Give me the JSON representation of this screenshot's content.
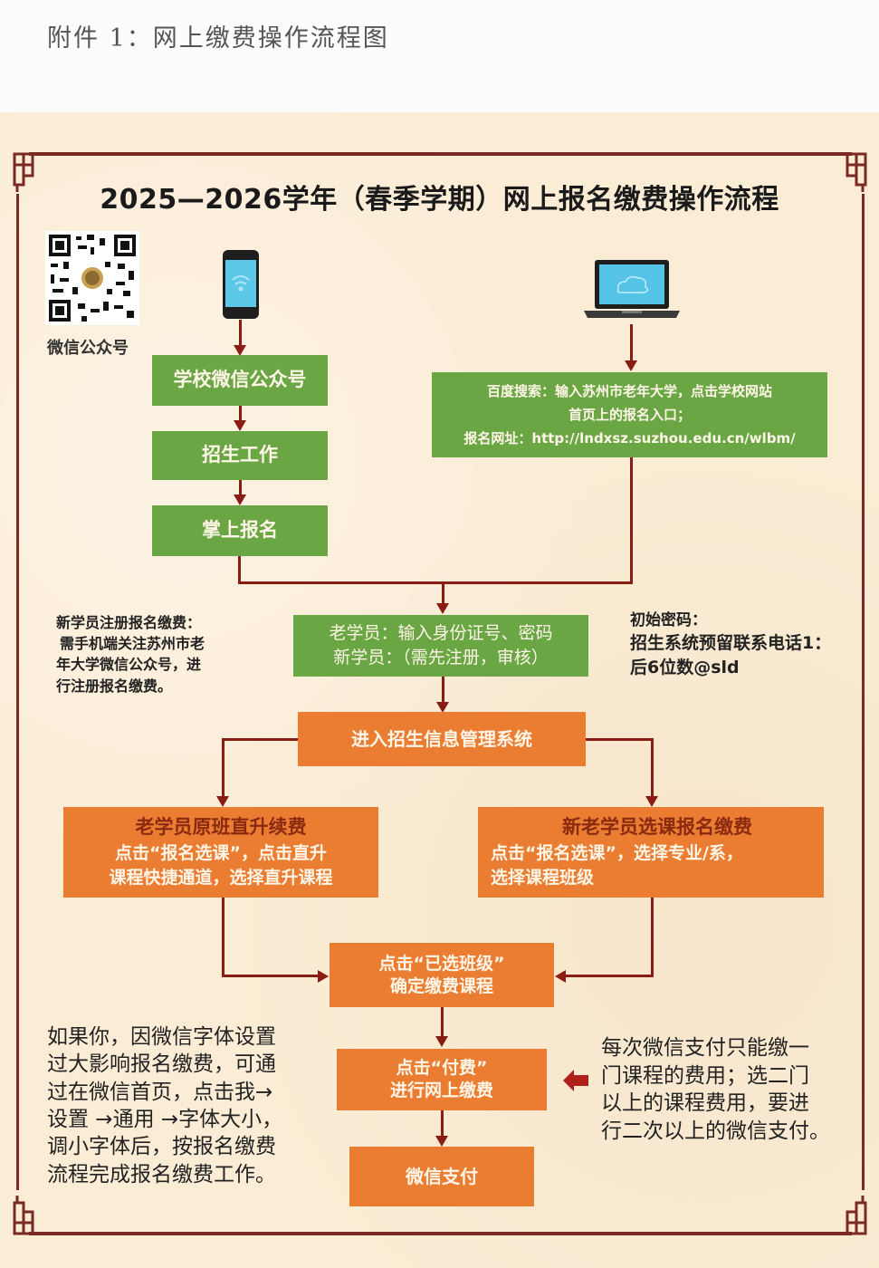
{
  "document": {
    "heading": "附件 1：网上缴费操作流程图"
  },
  "poster": {
    "title": "2025—2026学年（春季学期）网上报名缴费操作流程",
    "qr_caption": "微信公众号",
    "icons": [
      "qr-code-icon",
      "smartphone-icon",
      "laptop-icon"
    ],
    "colors": {
      "green_box": "#6aa644",
      "orange_box": "#ea7d31",
      "arrow": "#8a1c14",
      "frame": "#7a2a22",
      "background": "#fbecd5"
    },
    "mobile_path": [
      "学校微信公众号",
      "招生工作",
      "掌上报名"
    ],
    "web_path": {
      "line1": "百度搜索：输入苏州市老年大学，点击学校网站",
      "line2": "首页上的报名入口；",
      "line3": "报名网址：http://lndxsz.suzhou.edu.cn/wlbm/"
    },
    "login_box": {
      "line1": "老学员：输入身份证号、密码",
      "line2": "新学员：（需先注册，审核）"
    },
    "left_note_top": {
      "line1": "新学员注册报名缴费：",
      "line2": "需手机端关注苏州市老",
      "line3": "年大学微信公众号，进",
      "line4": "行注册报名缴费。"
    },
    "right_note_top": {
      "line1": "初始密码：",
      "line2": "招生系统预留联系电话1：",
      "line3": "后6位数@sld"
    },
    "system_box": "进入招生信息管理系统",
    "old_student_box": {
      "title": "老学员原班直升续费",
      "line1": "点击“报名选课”，点击直升",
      "line2": "课程快捷通道，选择直升课程"
    },
    "new_student_box": {
      "title": "新老学员选课报名缴费",
      "line1": "点击“报名选课”，选择专业/系，",
      "line2": "选择课程班级"
    },
    "selected_class_box": {
      "line1": "点击“已选班级”",
      "line2": "确定缴费课程"
    },
    "pay_box": {
      "line1": "点击“付费”",
      "line2": "进行网上缴费"
    },
    "wechat_pay_box": "微信支付",
    "left_note_bottom": {
      "line1": "如果你，因微信字体设置",
      "line2": "过大影响报名缴费，可通",
      "line3": "过在微信首页，点击我→",
      "line4": "设置 →通用 →字体大小，",
      "line5": "调小字体后，按报名缴费",
      "line6": "流程完成报名缴费工作。"
    },
    "right_note_bottom": {
      "line1": "每次微信支付只能缴一",
      "line2": "门课程的费用；选二门",
      "line3": "以上的课程费用，要进",
      "line4": "行二次以上的微信支付。"
    }
  }
}
